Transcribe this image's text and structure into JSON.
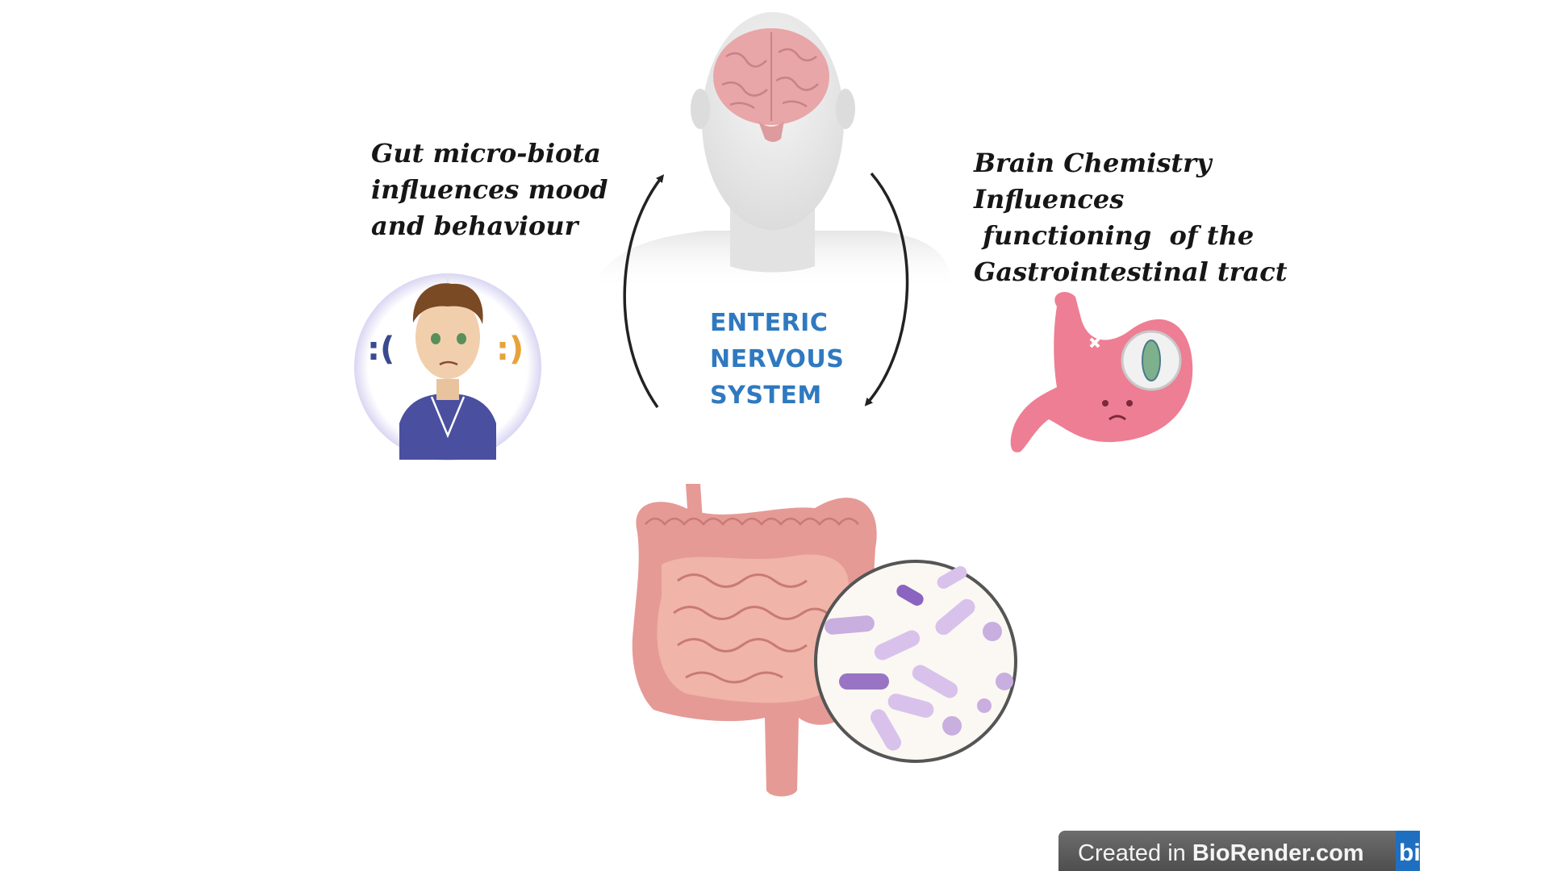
{
  "diagram": {
    "center_label": [
      "ENTERIC",
      "NERVOUS",
      "SYSTEM"
    ],
    "left_caption": [
      "Gut micro-biota",
      "influences  mood",
      "and behaviour"
    ],
    "right_caption": [
      "Brain Chemistry",
      "Influences",
      " functioning  of the",
      "Gastrointestinal  tract"
    ],
    "mood_icons": {
      "sad": ":(",
      "happy": ":)"
    }
  },
  "watermark": {
    "prefix": "Created in ",
    "brand": "BioRender.com",
    "logo": "bi"
  },
  "colors": {
    "label_blue": "#2f79c0",
    "caption_text": "#161616",
    "brain_pink": "#e8a6a8",
    "intestine_pink": "#e59a96",
    "stomach_pink": "#ee7e93",
    "bacteria_purple": "#c9aee0",
    "hoodie_blue": "#4a4fa0",
    "sad_blue": "#3a4a8f",
    "happy_orange": "#e8a23a"
  }
}
